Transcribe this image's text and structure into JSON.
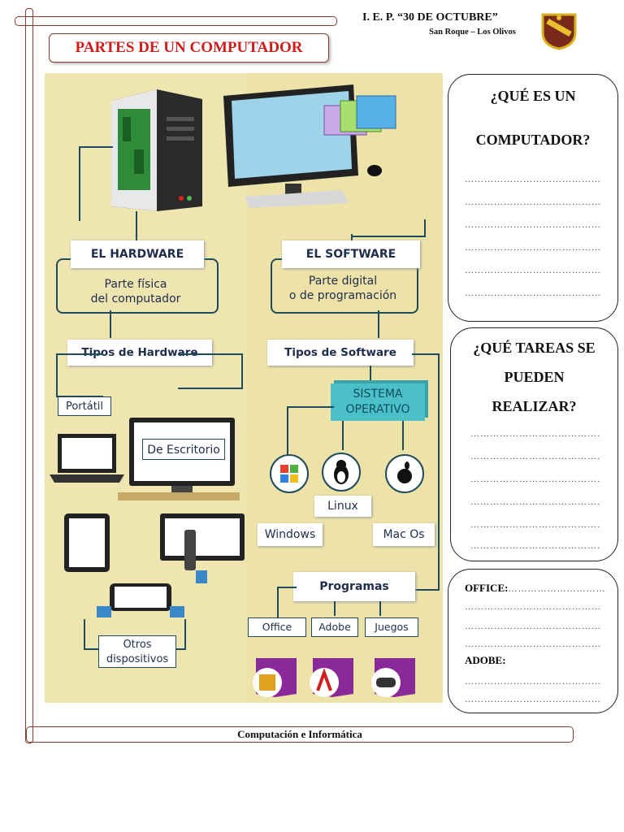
{
  "header": {
    "school": "I. E. P. “30 DE OCTUBRE”",
    "location": "San Roque – Los Olivos",
    "title": "PARTES DE UN COMPUTADOR"
  },
  "footer": {
    "subject": "Computación e Informática"
  },
  "infographic": {
    "hardware_title": "EL HARDWARE",
    "hardware_desc_1": "Parte física",
    "hardware_desc_2": "del computador",
    "software_title": "EL SOFTWARE",
    "software_desc_1": "Parte digital",
    "software_desc_2": "o de programación",
    "hardware_types": "Tipos de Hardware",
    "software_types": "Tipos de Software",
    "portatil": "Portátil",
    "escritorio": "De Escritorio",
    "otros_1": "Otros",
    "otros_2": "dispositivos",
    "so_1": "SISTEMA",
    "so_2": "OPERATIVO",
    "windows": "Windows",
    "linux": "Linux",
    "macos": "Mac Os",
    "programas": "Programas",
    "office": "Office",
    "adobe": "Adobe",
    "juegos": "Juegos"
  },
  "questions": {
    "q1_line1": "¿QUÉ ES UN",
    "q1_line2": "COMPUTADOR?",
    "q2_line1": "¿QUÉ TAREAS SE",
    "q2_line2": "PUEDEN",
    "q2_line3": "REALIZAR?",
    "office_label": "OFFICE:",
    "adobe_label": "ADOBE:",
    "dots": "……………………………………"
  },
  "colors": {
    "accent_red": "#d11c1c",
    "frame": "#8b3a2e",
    "infographic_bg": "#efe5b0",
    "text_navy": "#1f2d4d"
  }
}
